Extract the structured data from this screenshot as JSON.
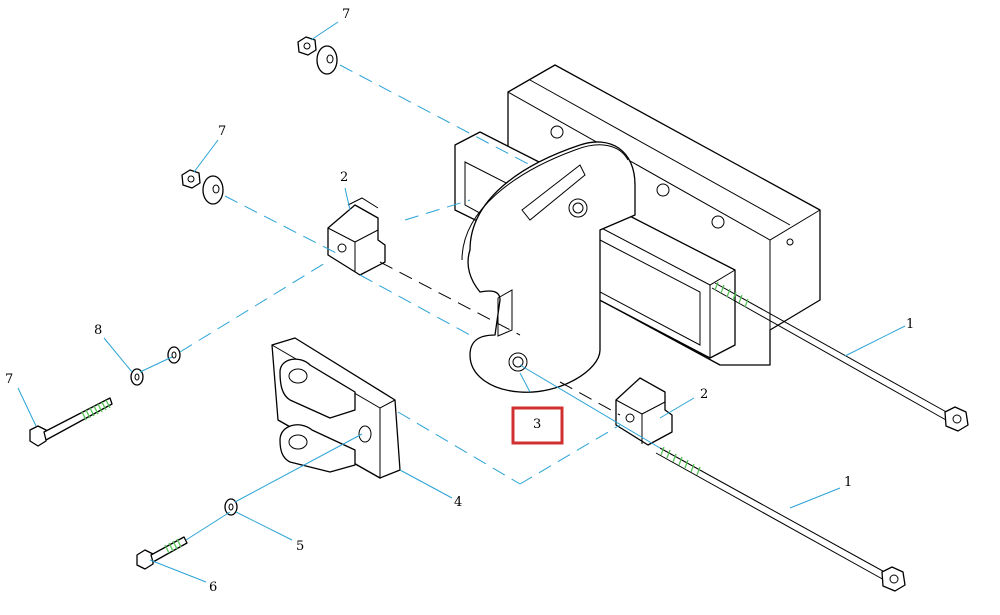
{
  "diagram": {
    "callouts": [
      {
        "id": "c7a",
        "text": "7"
      },
      {
        "id": "c7b",
        "text": "7"
      },
      {
        "id": "c2a",
        "text": "2"
      },
      {
        "id": "c8",
        "text": "8"
      },
      {
        "id": "c7c",
        "text": "7"
      },
      {
        "id": "c3",
        "text": "3"
      },
      {
        "id": "c2b",
        "text": "2"
      },
      {
        "id": "c1a",
        "text": "1"
      },
      {
        "id": "c1b",
        "text": "1"
      },
      {
        "id": "c4",
        "text": "4"
      },
      {
        "id": "c5",
        "text": "5"
      },
      {
        "id": "c6",
        "text": "6"
      }
    ],
    "highlight": {
      "callout": "3",
      "color": "#d03030"
    },
    "colors": {
      "leader": "#2aa3d6",
      "thread": "#55c555",
      "outline": "#000000"
    }
  }
}
